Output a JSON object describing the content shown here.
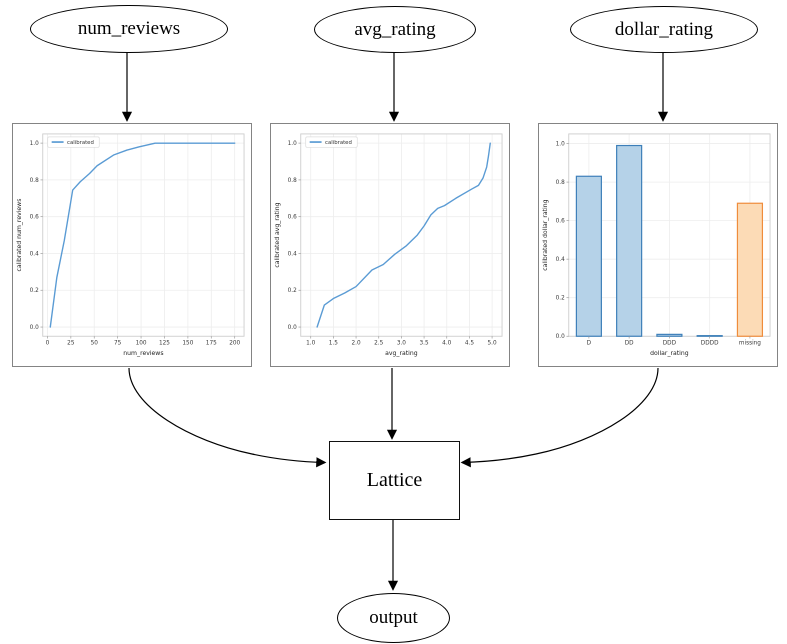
{
  "nodes": {
    "num_reviews": "num_reviews",
    "avg_rating": "avg_rating",
    "dollar_rating": "dollar_rating",
    "lattice": "Lattice",
    "output": "output"
  },
  "colors": {
    "line": "#5a9bd4",
    "bar_blue_fill": "#b5d2e8",
    "bar_blue_edge": "#3d7fb9",
    "bar_orange_fill": "#fcdbb6",
    "bar_orange_edge": "#ef8c3b",
    "grid": "#ededed",
    "spine": "#cccccc",
    "tick_mark": "#9a9a9a",
    "tick_text": "#3a3a3a",
    "label_text": "#222222",
    "edge": "#000000",
    "plot_frame": "#848484"
  },
  "chart_data": [
    {
      "type": "line",
      "legend": "calibrated",
      "xlabel": "num_reviews",
      "ylabel": "calibrated num_reviews",
      "xlim": [
        -5,
        210
      ],
      "ylim": [
        -0.05,
        1.05
      ],
      "xtick_vals": [
        0,
        25,
        50,
        75,
        100,
        125,
        150,
        175,
        200
      ],
      "xtick_labels": [
        "0",
        "25",
        "50",
        "75",
        "100",
        "125",
        "150",
        "175",
        "200"
      ],
      "ytick_vals": [
        0,
        0.2,
        0.4,
        0.6,
        0.8,
        1.0
      ],
      "ytick_labels": [
        "0.0",
        "0.2",
        "0.4",
        "0.6",
        "0.8",
        "1.0"
      ],
      "grid": true,
      "legend_position": "upper-left",
      "points": [
        [
          3,
          0
        ],
        [
          10,
          0.27
        ],
        [
          18,
          0.47
        ],
        [
          27,
          0.745
        ],
        [
          35,
          0.79
        ],
        [
          45,
          0.835
        ],
        [
          53,
          0.877
        ],
        [
          71,
          0.936
        ],
        [
          85,
          0.962
        ],
        [
          98,
          0.98
        ],
        [
          115,
          1.0
        ],
        [
          200,
          1.0
        ]
      ]
    },
    {
      "type": "line",
      "legend": "calibrated",
      "xlabel": "avg_rating",
      "ylabel": "calibrated avg_rating",
      "xlim": [
        0.78,
        5.22
      ],
      "ylim": [
        -0.05,
        1.05
      ],
      "xtick_vals": [
        1.0,
        1.5,
        2.0,
        2.5,
        3.0,
        3.5,
        4.0,
        4.5,
        5.0
      ],
      "xtick_labels": [
        "1.0",
        "1.5",
        "2.0",
        "2.5",
        "3.0",
        "3.5",
        "4.0",
        "4.5",
        "5.0"
      ],
      "ytick_vals": [
        0,
        0.2,
        0.4,
        0.6,
        0.8,
        1.0
      ],
      "ytick_labels": [
        "0.0",
        "0.2",
        "0.4",
        "0.6",
        "0.8",
        "1.0"
      ],
      "grid": true,
      "legend_position": "upper-left",
      "points": [
        [
          1.14,
          0
        ],
        [
          1.3,
          0.12
        ],
        [
          1.5,
          0.155
        ],
        [
          1.75,
          0.185
        ],
        [
          2.0,
          0.22
        ],
        [
          2.35,
          0.31
        ],
        [
          2.6,
          0.34
        ],
        [
          2.85,
          0.395
        ],
        [
          3.1,
          0.44
        ],
        [
          3.35,
          0.5
        ],
        [
          3.5,
          0.55
        ],
        [
          3.65,
          0.61
        ],
        [
          3.8,
          0.645
        ],
        [
          3.95,
          0.66
        ],
        [
          4.2,
          0.7
        ],
        [
          4.55,
          0.75
        ],
        [
          4.7,
          0.77
        ],
        [
          4.8,
          0.81
        ],
        [
          4.88,
          0.87
        ],
        [
          4.92,
          0.93
        ],
        [
          4.96,
          1.0
        ]
      ]
    },
    {
      "type": "bar",
      "xlabel": "dollar_rating",
      "ylabel": "calibrated dollar_rating",
      "ylim": [
        0,
        1.05
      ],
      "categories": [
        "D",
        "DD",
        "DDD",
        "DDDD",
        "missing"
      ],
      "values": [
        0.83,
        0.99,
        0.01,
        0.003,
        0.69
      ],
      "bar_styles": [
        "blue",
        "blue",
        "blue",
        "blue",
        "orange"
      ],
      "ytick_vals": [
        0,
        0.2,
        0.4,
        0.6,
        0.8,
        1.0
      ],
      "ytick_labels": [
        "0.0",
        "0.2",
        "0.4",
        "0.6",
        "0.8",
        "1.0"
      ],
      "grid": true
    }
  ]
}
